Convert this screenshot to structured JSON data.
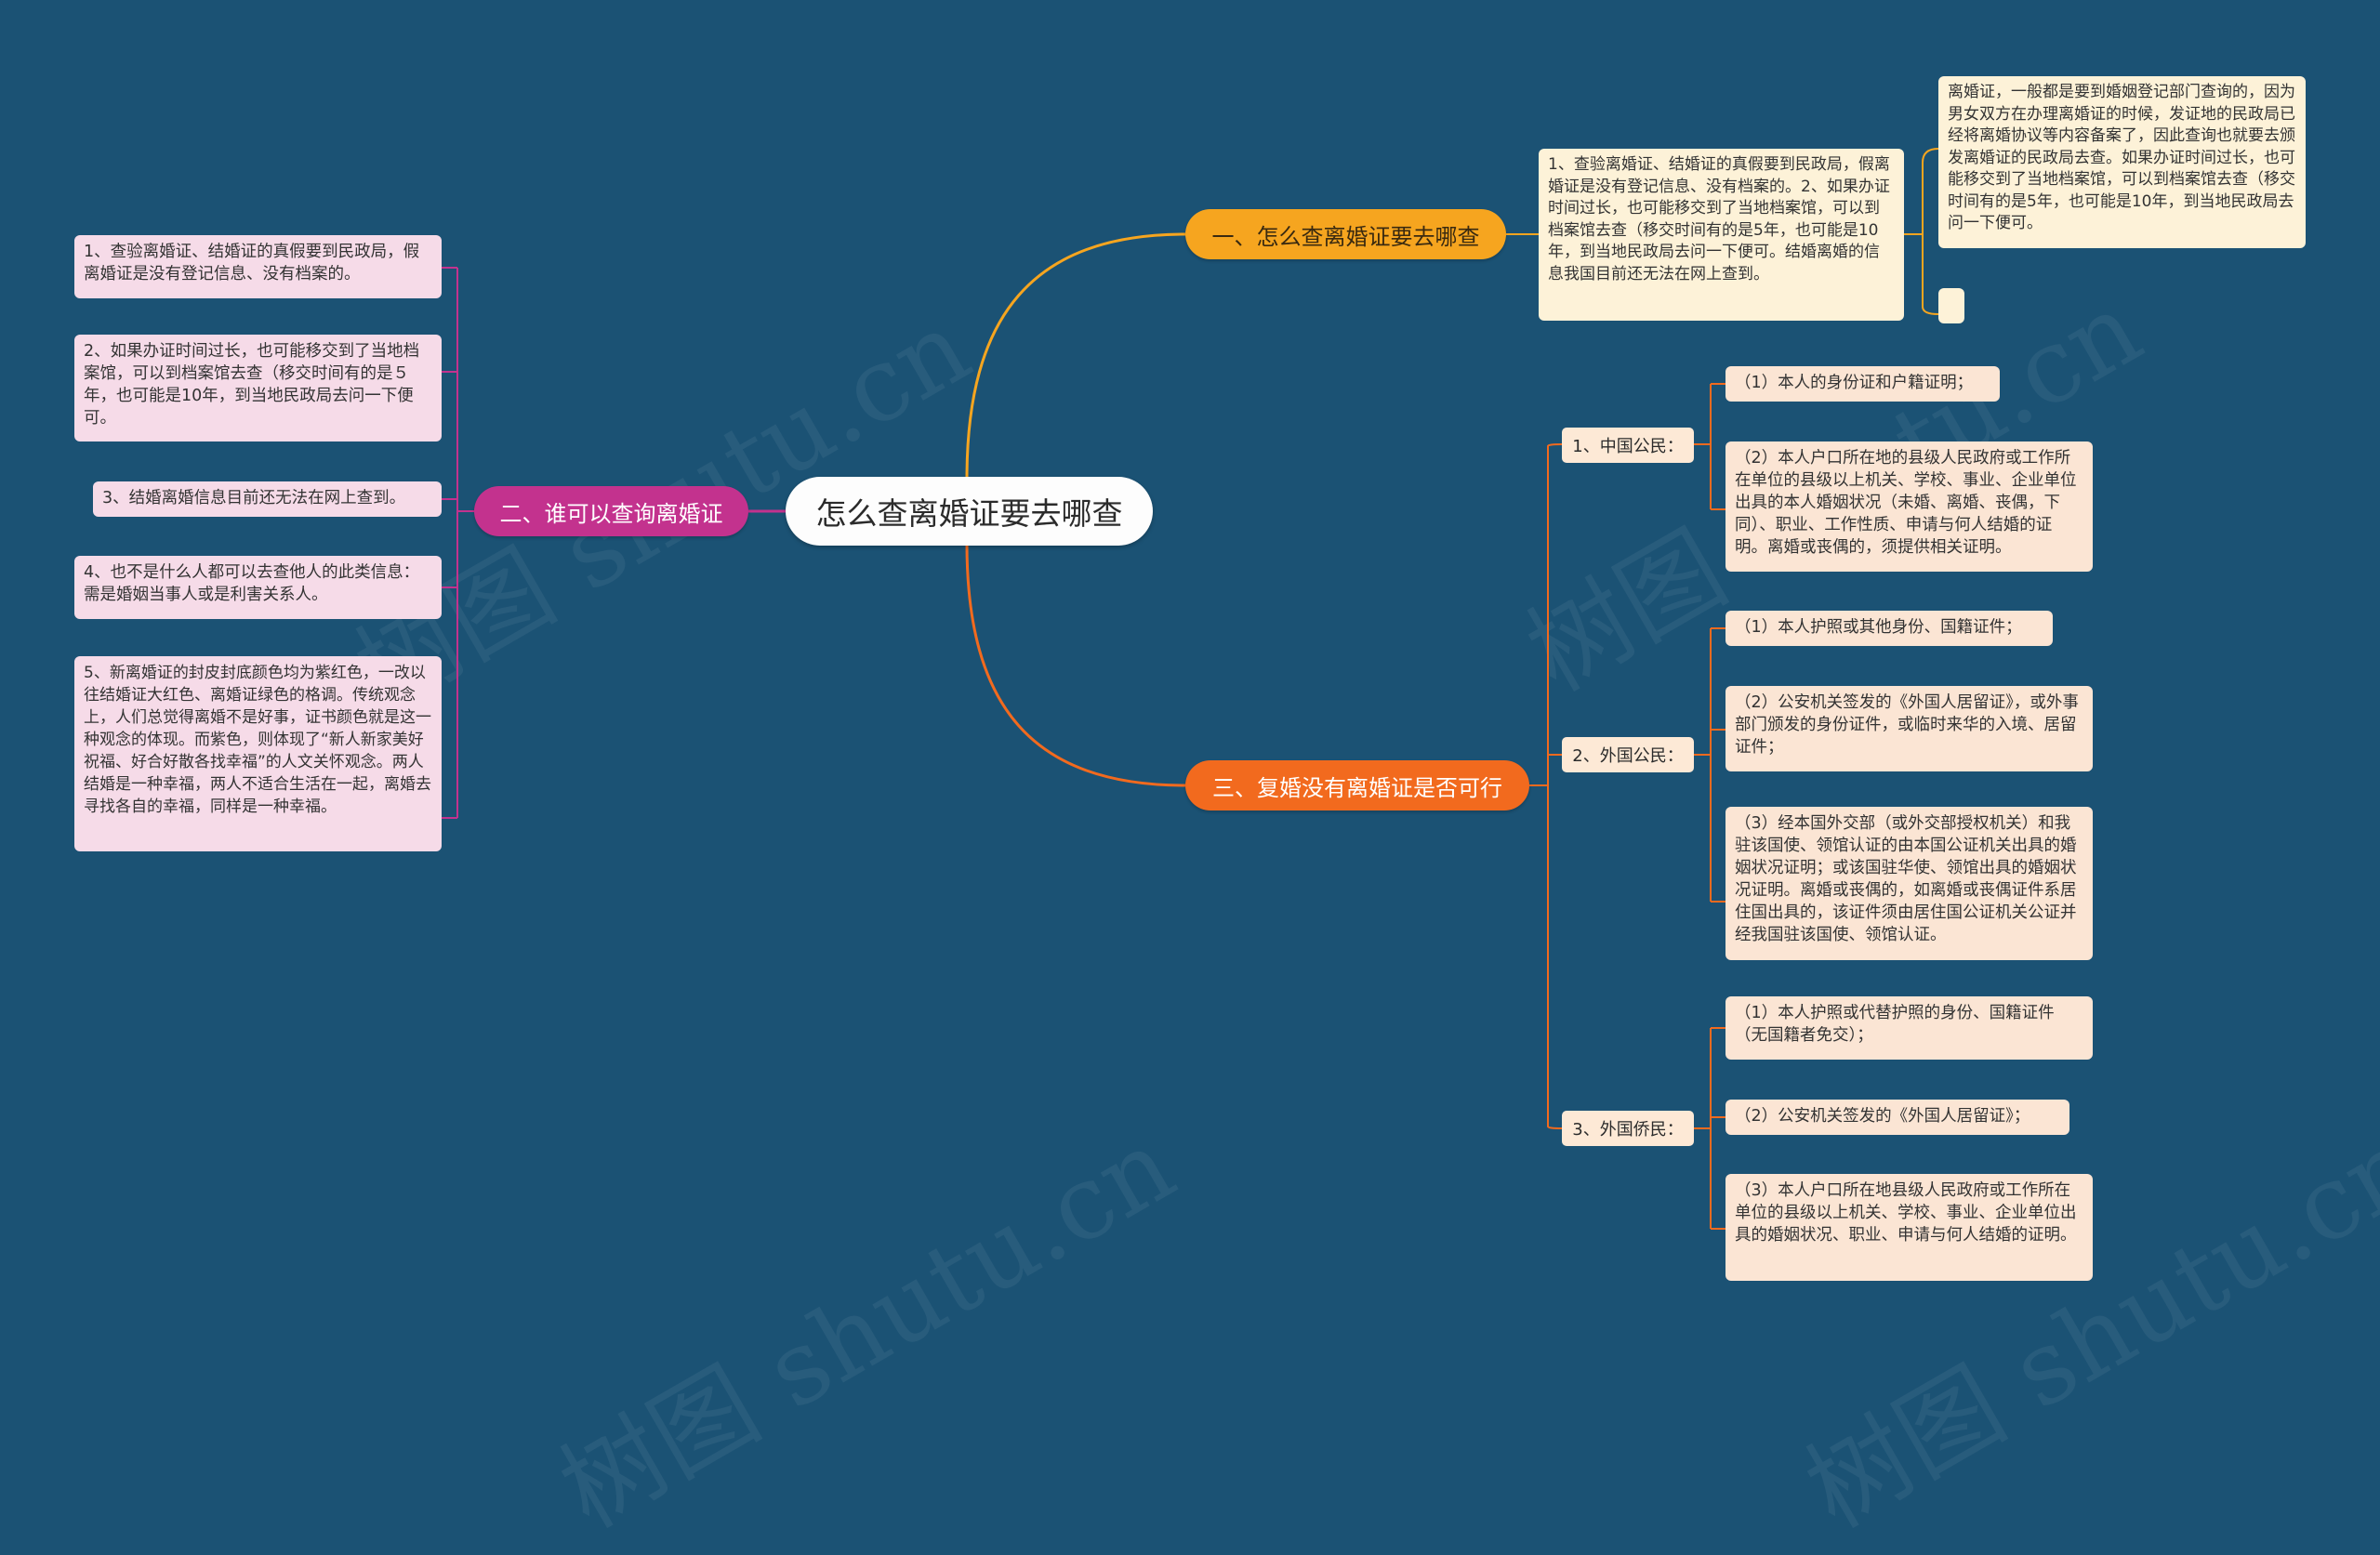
{
  "colors": {
    "background": "#1b5274",
    "branch_1": "#f6a51f",
    "branch_2": "#c3328e",
    "branch_3": "#f26a1e",
    "leaf_yellow": "#fdf2d8",
    "leaf_pink": "#f6dbe8",
    "leaf_orange": "#fbe5d4"
  },
  "watermark": "树图 shutu.cn",
  "root": {
    "label": "怎么查离婚证要去哪查"
  },
  "branch1": {
    "label": "一、怎么查离婚证要去哪查",
    "leaf_main": "1、查验离婚证、结婚证的真假要到民政局，假离婚证是没有登记信息、没有档案的。2、如果办证时间过长，也可能移交到了当地档案馆，可以到档案馆去查（移交时间有的是5年，也可能是10年，到当地民政局去问一下便可。结婚离婚的信息我国目前还无法在网上查到。",
    "leaf_extra": "离婚证，一般都是要到婚姻登记部门查询的，因为男女双方在办理离婚证的时候，发证地的民政局已经将离婚协议等内容备案了，因此查询也就要去颁发离婚证的民政局去查。如果办证时间过长，也可能移交到了当地档案馆，可以到档案馆去查（移交时间有的是5年，也可能是10年，到当地民政局去问一下便可。",
    "leaf_empty": ""
  },
  "branch2": {
    "label": "二、谁可以查询离婚证",
    "leaves": [
      "1、查验离婚证、结婚证的真假要到民政局，假离婚证是没有登记信息、没有档案的。",
      "2、如果办证时间过长，也可能移交到了当地档案馆，可以到档案馆去查（移交时间有的是５年，也可能是10年，到当地民政局去问一下便可。",
      "3、结婚离婚信息目前还无法在网上查到。",
      "4、也不是什么人都可以去查他人的此类信息：需是婚姻当事人或是利害关系人。",
      "5、新离婚证的封皮封底颜色均为紫红色，一改以往结婚证大红色、离婚证绿色的格调。传统观念上，人们总觉得离婚不是好事，证书颜色就是这一种观念的体现。而紫色，则体现了“新人新家美好祝福、好合好散各找幸福”的人文关怀观念。两人结婚是一种幸福，两人不适合生活在一起，离婚去寻找各自的幸福，同样是一种幸福。"
    ]
  },
  "branch3": {
    "label": "三、复婚没有离婚证是否可行",
    "groups": [
      {
        "label": "1、中国公民：",
        "items": [
          "（1）本人的身份证和户籍证明；",
          "（2）本人户口所在地的县级人民政府或工作所在单位的县级以上机关、学校、事业、企业单位出具的本人婚姻状况（未婚、离婚、丧偶，下同）、职业、工作性质、申请与何人结婚的证明。离婚或丧偶的，须提供相关证明。"
        ]
      },
      {
        "label": "2、外国公民：",
        "items": [
          "（1）本人护照或其他身份、国籍证件；",
          "（2）公安机关签发的《外国人居留证》，或外事部门颁发的身份证件，或临时来华的入境、居留证件；",
          "（3）经本国外交部（或外交部授权机关）和我驻该国使、领馆认证的由本国公证机关出具的婚姻状况证明；或该国驻华使、领馆出具的婚姻状况证明。离婚或丧偶的，如离婚或丧偶证件系居住国出具的，该证件须由居住国公证机关公证并经我国驻该国使、领馆认证。"
        ]
      },
      {
        "label": "3、外国侨民：",
        "items": [
          "（1）本人护照或代替护照的身份、国籍证件（无国籍者免交）；",
          "（2）公安机关签发的《外国人居留证》；",
          "（3）本人户口所在地县级人民政府或工作所在单位的县级以上机关、学校、事业、企业单位出具的婚姻状况、职业、申请与何人结婚的证明。"
        ]
      }
    ]
  }
}
